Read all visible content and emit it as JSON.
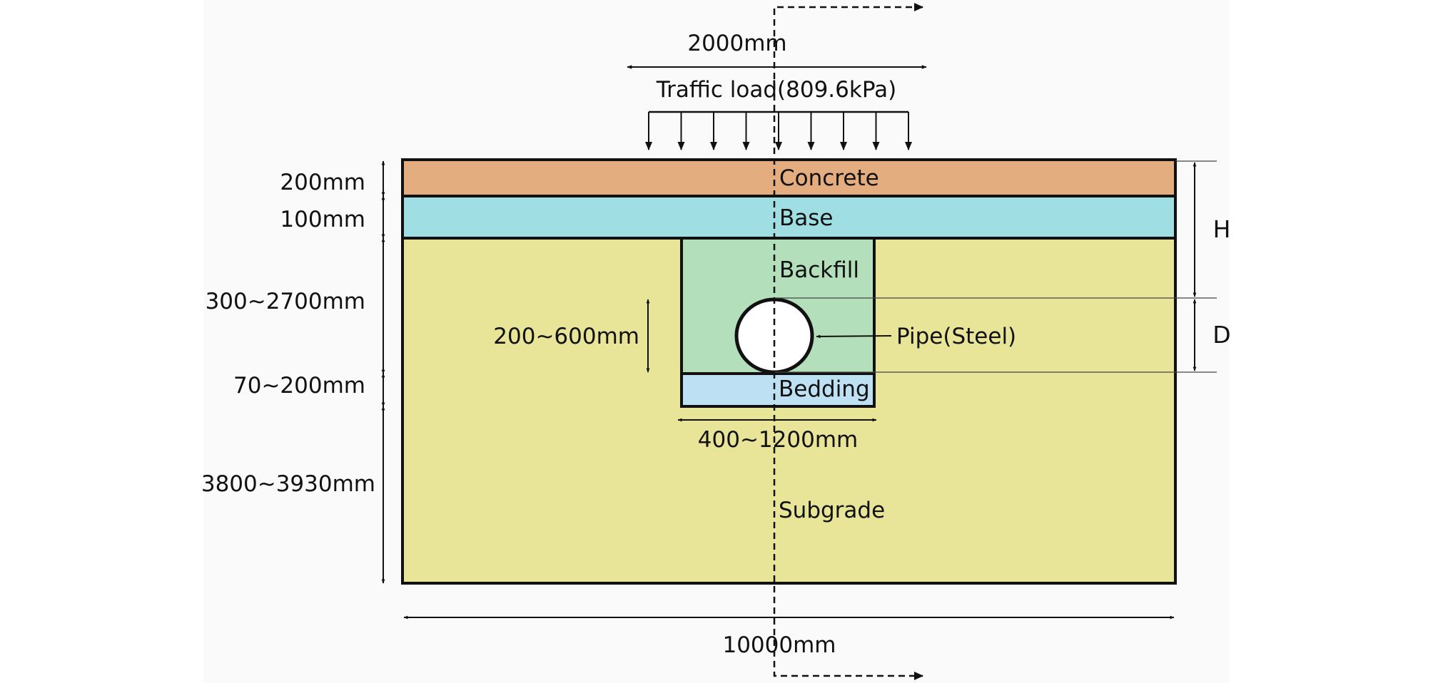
{
  "colors": {
    "background": "#fafafa",
    "concrete": "#e3ad7f",
    "base": "#9fdfe3",
    "subgrade": "#e8e598",
    "backfill": "#b3e0bb",
    "bedding": "#bde0f2",
    "pipe": "#ffffff",
    "line": "#111111"
  },
  "load": {
    "label": "Traffic load(809.6kPa)",
    "width": "2000mm"
  },
  "layers": {
    "concrete": "Concrete",
    "base": "Base",
    "backfill": "Backfill",
    "bedding": "Bedding",
    "subgrade": "Subgrade"
  },
  "pipe_label": "Pipe(Steel)",
  "dims": {
    "concrete_thickness": "200mm",
    "base_thickness": "100mm",
    "cover_depth": "300~2700mm",
    "bedding_thickness": "70~200mm",
    "subgrade_depth": "3800~3930mm",
    "pipe_diameter": "200~600mm",
    "trench_width": "400~1200mm",
    "total_width": "10000mm",
    "H": "H",
    "D": "D"
  }
}
